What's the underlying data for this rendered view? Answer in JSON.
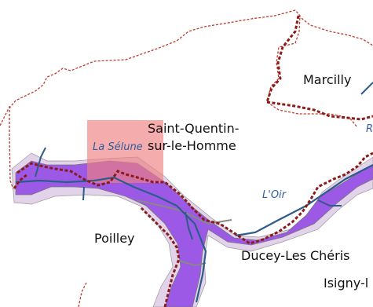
{
  "map": {
    "places": {
      "marcilly": "Marcilly",
      "saint_quentin_line1": "Saint-Quentin-",
      "saint_quentin_line2": "sur-le-Homme",
      "poilley": "Poilley",
      "ducey": "Ducey-Les Chéris",
      "isigny": "Isigny-l"
    },
    "rivers": {
      "selune": "La Sélune",
      "oir": "L'Oir",
      "r_partial": "R"
    },
    "colors": {
      "boundary": "#8b1a1a",
      "flood_zone": "#9b59e6",
      "flood_zone_light": "#e3d3ea",
      "river": "#2e5c8a",
      "highlight_box": "#f08080"
    }
  }
}
